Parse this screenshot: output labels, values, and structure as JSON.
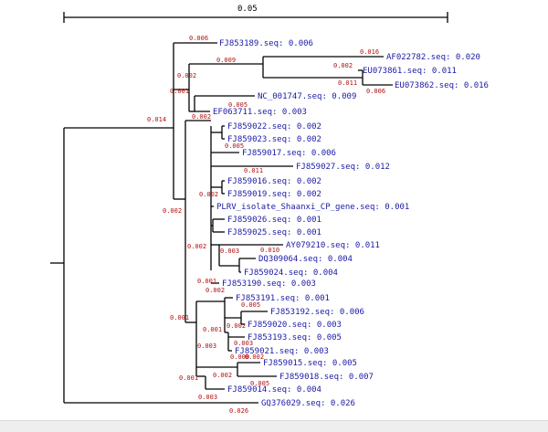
{
  "scale_bar": {
    "label": "0.05"
  },
  "leaves": [
    {
      "id": "L1",
      "text": "FJ853189.seq: 0.006"
    },
    {
      "id": "L2",
      "text": "AF022782.seq: 0.020"
    },
    {
      "id": "L3",
      "text": "EU073861.seq: 0.011"
    },
    {
      "id": "L4",
      "text": "EU073862.seq: 0.016"
    },
    {
      "id": "L5",
      "text": "NC_001747.seq: 0.009"
    },
    {
      "id": "L6",
      "text": "EF063711.seq: 0.003"
    },
    {
      "id": "L7",
      "text": "FJ859022.seq: 0.002"
    },
    {
      "id": "L8",
      "text": "FJ859023.seq: 0.002"
    },
    {
      "id": "L9",
      "text": "FJ859017.seq: 0.006"
    },
    {
      "id": "L10",
      "text": "FJ859027.seq: 0.012"
    },
    {
      "id": "L11",
      "text": "FJ859016.seq: 0.002"
    },
    {
      "id": "L12",
      "text": "FJ859019.seq: 0.002"
    },
    {
      "id": "L13",
      "text": "PLRV_isolate_Shaanxi_CP_gene.seq: 0.001"
    },
    {
      "id": "L14",
      "text": "FJ859026.seq: 0.001"
    },
    {
      "id": "L15",
      "text": "FJ859025.seq: 0.001"
    },
    {
      "id": "L16",
      "text": "AY079210.seq: 0.011"
    },
    {
      "id": "L17",
      "text": "DQ309064.seq: 0.004"
    },
    {
      "id": "L18",
      "text": "FJ859024.seq: 0.004"
    },
    {
      "id": "L19",
      "text": "FJ853190.seq: 0.003"
    },
    {
      "id": "L20",
      "text": "FJ853191.seq: 0.001"
    },
    {
      "id": "L21",
      "text": "FJ853192.seq: 0.006"
    },
    {
      "id": "L22",
      "text": "FJ859020.seq: 0.003"
    },
    {
      "id": "L23",
      "text": "FJ853193.seq: 0.005"
    },
    {
      "id": "L24",
      "text": "FJ859021.seq: 0.003"
    },
    {
      "id": "L25",
      "text": "FJ859015.seq: 0.005"
    },
    {
      "id": "L26",
      "text": "FJ859018.seq: 0.007"
    },
    {
      "id": "L27",
      "text": "FJ859014.seq: 0.004"
    },
    {
      "id": "L28",
      "text": "GQ376029.seq: 0.026"
    }
  ],
  "branch_lengths": [
    {
      "id": "B1",
      "text": "0.006"
    },
    {
      "id": "B2",
      "text": "0.016"
    },
    {
      "id": "B3",
      "text": "0.009"
    },
    {
      "id": "B4",
      "text": "0.002"
    },
    {
      "id": "B5",
      "text": "0.011"
    },
    {
      "id": "B6",
      "text": "0.006"
    },
    {
      "id": "B7",
      "text": "0.002"
    },
    {
      "id": "B8",
      "text": "0.001"
    },
    {
      "id": "B9",
      "text": "0.005"
    },
    {
      "id": "B10",
      "text": "0.002"
    },
    {
      "id": "B11",
      "text": "0.014"
    },
    {
      "id": "B12",
      "text": "0.005"
    },
    {
      "id": "B13",
      "text": "0.011"
    },
    {
      "id": "B14",
      "text": "0.002"
    },
    {
      "id": "B15",
      "text": "0.002"
    },
    {
      "id": "B16",
      "text": "0.002"
    },
    {
      "id": "B17",
      "text": "0.003"
    },
    {
      "id": "B18",
      "text": "0.010"
    },
    {
      "id": "B19",
      "text": "0.001"
    },
    {
      "id": "B20",
      "text": "0.002"
    },
    {
      "id": "B21",
      "text": "0.005"
    },
    {
      "id": "B22",
      "text": "0.001"
    },
    {
      "id": "B23",
      "text": "0.002"
    },
    {
      "id": "B24",
      "text": "0.003"
    },
    {
      "id": "B25",
      "text": "0.003"
    },
    {
      "id": "B26",
      "text": "0.000"
    },
    {
      "id": "B27",
      "text": "0.002"
    },
    {
      "id": "B28",
      "text": "0.001"
    },
    {
      "id": "B29",
      "text": "0.002"
    },
    {
      "id": "B30",
      "text": "0.005"
    },
    {
      "id": "B31",
      "text": "0.003"
    },
    {
      "id": "B32",
      "text": "0.026"
    },
    {
      "id": "B33",
      "text": "0.001"
    }
  ]
}
